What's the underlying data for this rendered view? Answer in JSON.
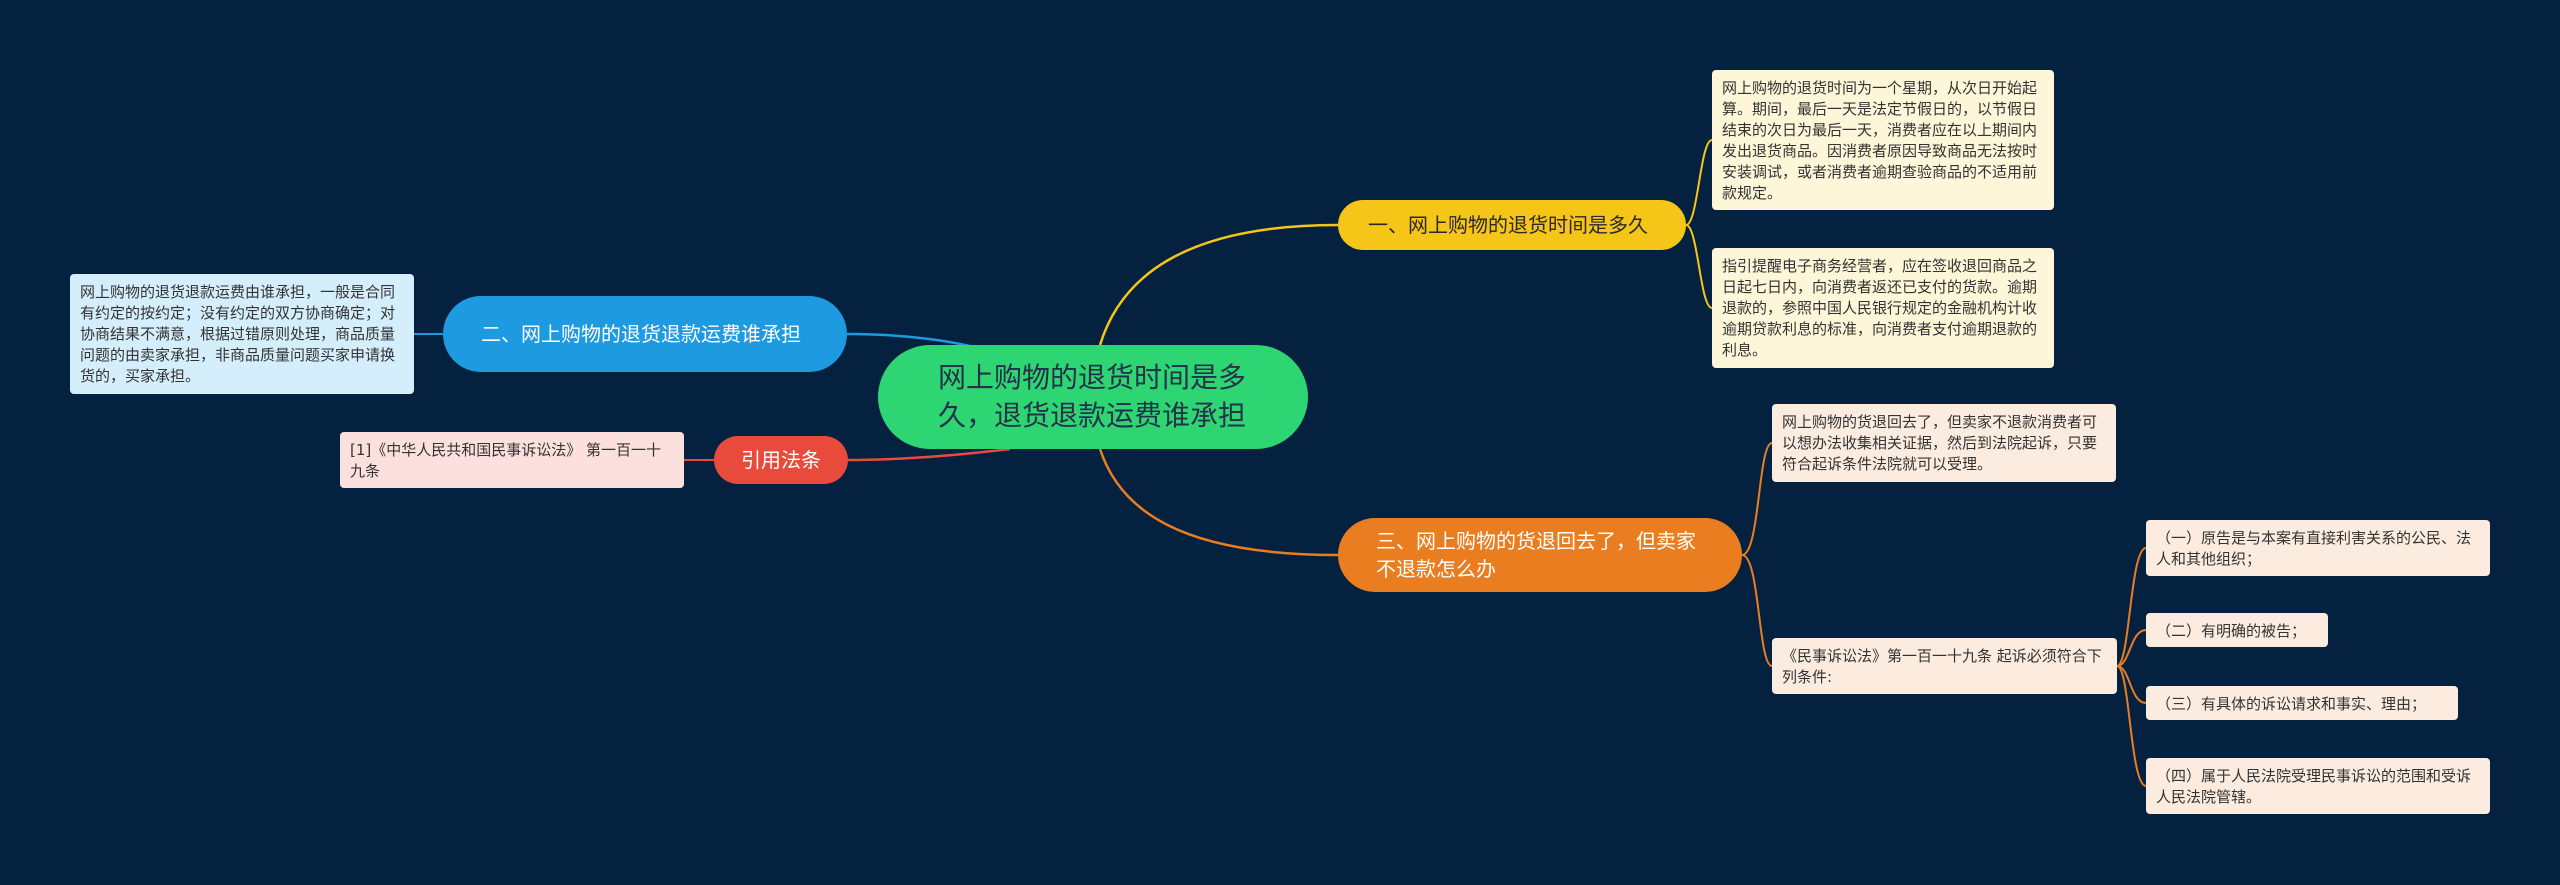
{
  "root": {
    "label": "网上购物的退货时间是多久，退货退款运费谁承担"
  },
  "branches": [
    {
      "label": "一、网上购物的退货时间是多久",
      "color": "#f5c518",
      "children": [
        "网上购物的退货时间为一个星期，从次日开始起算。期间，最后一天是法定节假日的，以节假日结束的次日为最后一天，消费者应在以上期间内发出退货商品。因消费者原因导致商品无法按时安装调试，或者消费者逾期查验商品的不适用前款规定。",
        "指引提醒电子商务经营者，应在签收退回商品之日起七日内，向消费者返还已支付的货款。逾期退款的，参照中国人民银行规定的金融机构计收逾期贷款利息的标准，向消费者支付逾期退款的利息。"
      ]
    },
    {
      "label": "二、网上购物的退货退款运费谁承担",
      "color": "#1e9be0",
      "children": [
        "网上购物的退货退款运费由谁承担，一般是合同有约定的按约定；没有约定的双方协商确定；对协商结果不满意，根据过错原则处理，商品质量问题的由卖家承担，非商品质量问题买家申请换货的，买家承担。"
      ]
    },
    {
      "label": "引用法条",
      "color": "#e84b3c",
      "children": [
        "[1]《中华人民共和国民事诉讼法》 第一百一十九条"
      ]
    },
    {
      "label": "三、网上购物的货退回去了，但卖家不退款怎么办",
      "color": "#ea7d20",
      "children": [
        "网上购物的货退回去了，但卖家不退款消费者可以想办法收集相关证据，然后到法院起诉，只要符合起诉条件法院就可以受理。",
        "《民事诉讼法》第一百一十九条 起诉必须符合下列条件:"
      ],
      "grandchildren": [
        "（一）原告是与本案有直接利害关系的公民、法人和其他组织；",
        "（二）有明确的被告；",
        "（三）有具体的诉讼请求和事实、理由；",
        "（四）属于人民法院受理民事诉讼的范围和受诉人民法院管辖。"
      ]
    }
  ]
}
